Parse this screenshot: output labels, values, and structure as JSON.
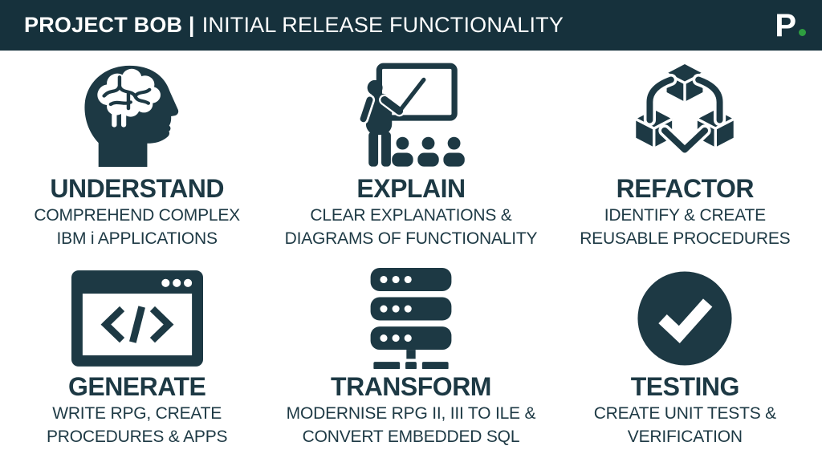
{
  "colors": {
    "header-bg": "#16313c",
    "ink": "#1d3944",
    "page-bg": "#ffffff",
    "logo-green": "#2e9e40"
  },
  "header": {
    "title_bold": "PROJECT BOB |",
    "title_rest": "INITIAL RELEASE FUNCTIONALITY",
    "logo_letter": "P"
  },
  "cards": [
    {
      "id": "understand",
      "icon": "head-brain-icon",
      "title": "UNDERSTAND",
      "desc": [
        "COMPREHEND COMPLEX",
        "IBM i APPLICATIONS"
      ]
    },
    {
      "id": "explain",
      "icon": "presenter-whiteboard-icon",
      "title": "EXPLAIN",
      "desc": [
        "CLEAR EXPLANATIONS &",
        "DIAGRAMS OF FUNCTIONALITY"
      ]
    },
    {
      "id": "refactor",
      "icon": "linked-cubes-icon",
      "title": "REFACTOR",
      "desc": [
        "IDENTIFY & CREATE",
        "REUSABLE PROCEDURES"
      ]
    },
    {
      "id": "generate",
      "icon": "code-window-icon",
      "title": "GENERATE",
      "desc": [
        "WRITE RPG, CREATE",
        "PROCEDURES & APPS"
      ]
    },
    {
      "id": "transform",
      "icon": "server-stack-icon",
      "title": "TRANSFORM",
      "desc": [
        "MODERNISE RPG II, III TO ILE &",
        "CONVERT EMBEDDED SQL"
      ]
    },
    {
      "id": "testing",
      "icon": "check-circle-icon",
      "title": "TESTING",
      "desc": [
        "CREATE UNIT TESTS &",
        "VERIFICATION"
      ]
    }
  ]
}
